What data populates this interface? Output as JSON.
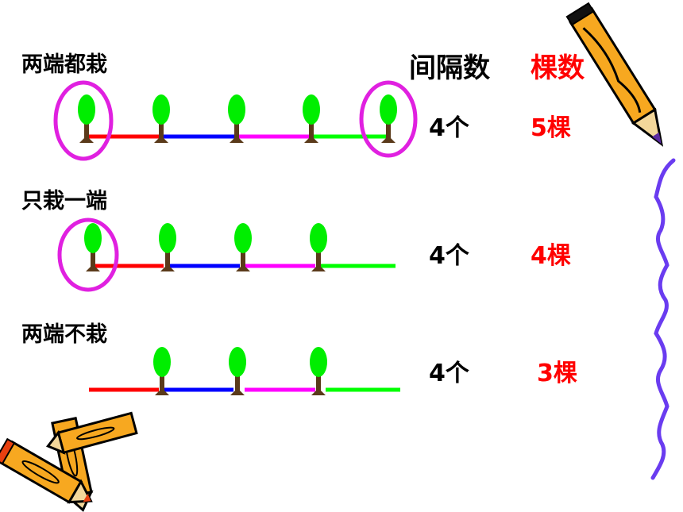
{
  "headers": {
    "intervals": "间隔数",
    "trees": "棵数"
  },
  "colors": {
    "red": "#ff0000",
    "blue": "#0000ff",
    "magenta": "#ff00ff",
    "green": "#00ff00",
    "tree_crown": "#00ee00",
    "trunk": "#5a3a1a",
    "circle": "#e020e0",
    "squiggle": "#6a3cf0"
  },
  "cases": [
    {
      "title": "两端都栽",
      "intervals": "4个",
      "trees": "5棵"
    },
    {
      "title": "只栽一端",
      "intervals": "4个",
      "trees": "4棵"
    },
    {
      "title": "两端不栽",
      "intervals": "4个",
      "trees": "3棵"
    }
  ],
  "decorations": [
    "pencil-icon",
    "crayons-icon",
    "squiggle-line"
  ]
}
